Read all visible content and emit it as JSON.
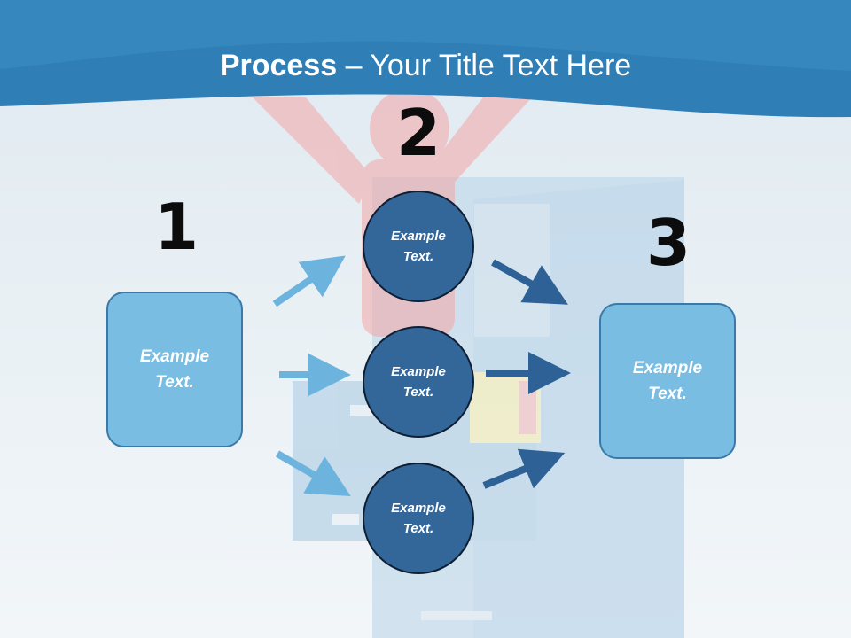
{
  "title": {
    "bold": "Process",
    "rest": " – Your Title Text Here"
  },
  "steps": [
    {
      "number": "1",
      "label": "Example\nText."
    },
    {
      "number": "2",
      "nodes": [
        "Example\nText.",
        "Example\nText.",
        "Example\nText."
      ]
    },
    {
      "number": "3",
      "label": "Example\nText."
    }
  ],
  "colors": {
    "header": "#2f7fb6",
    "box": "#79bde3",
    "circle": "#336699",
    "arrow_light": "#6cb3de",
    "arrow_dark": "#2e6196"
  },
  "background_art": {
    "figure": "person-arms-raised",
    "object": "filing-cabinet"
  }
}
